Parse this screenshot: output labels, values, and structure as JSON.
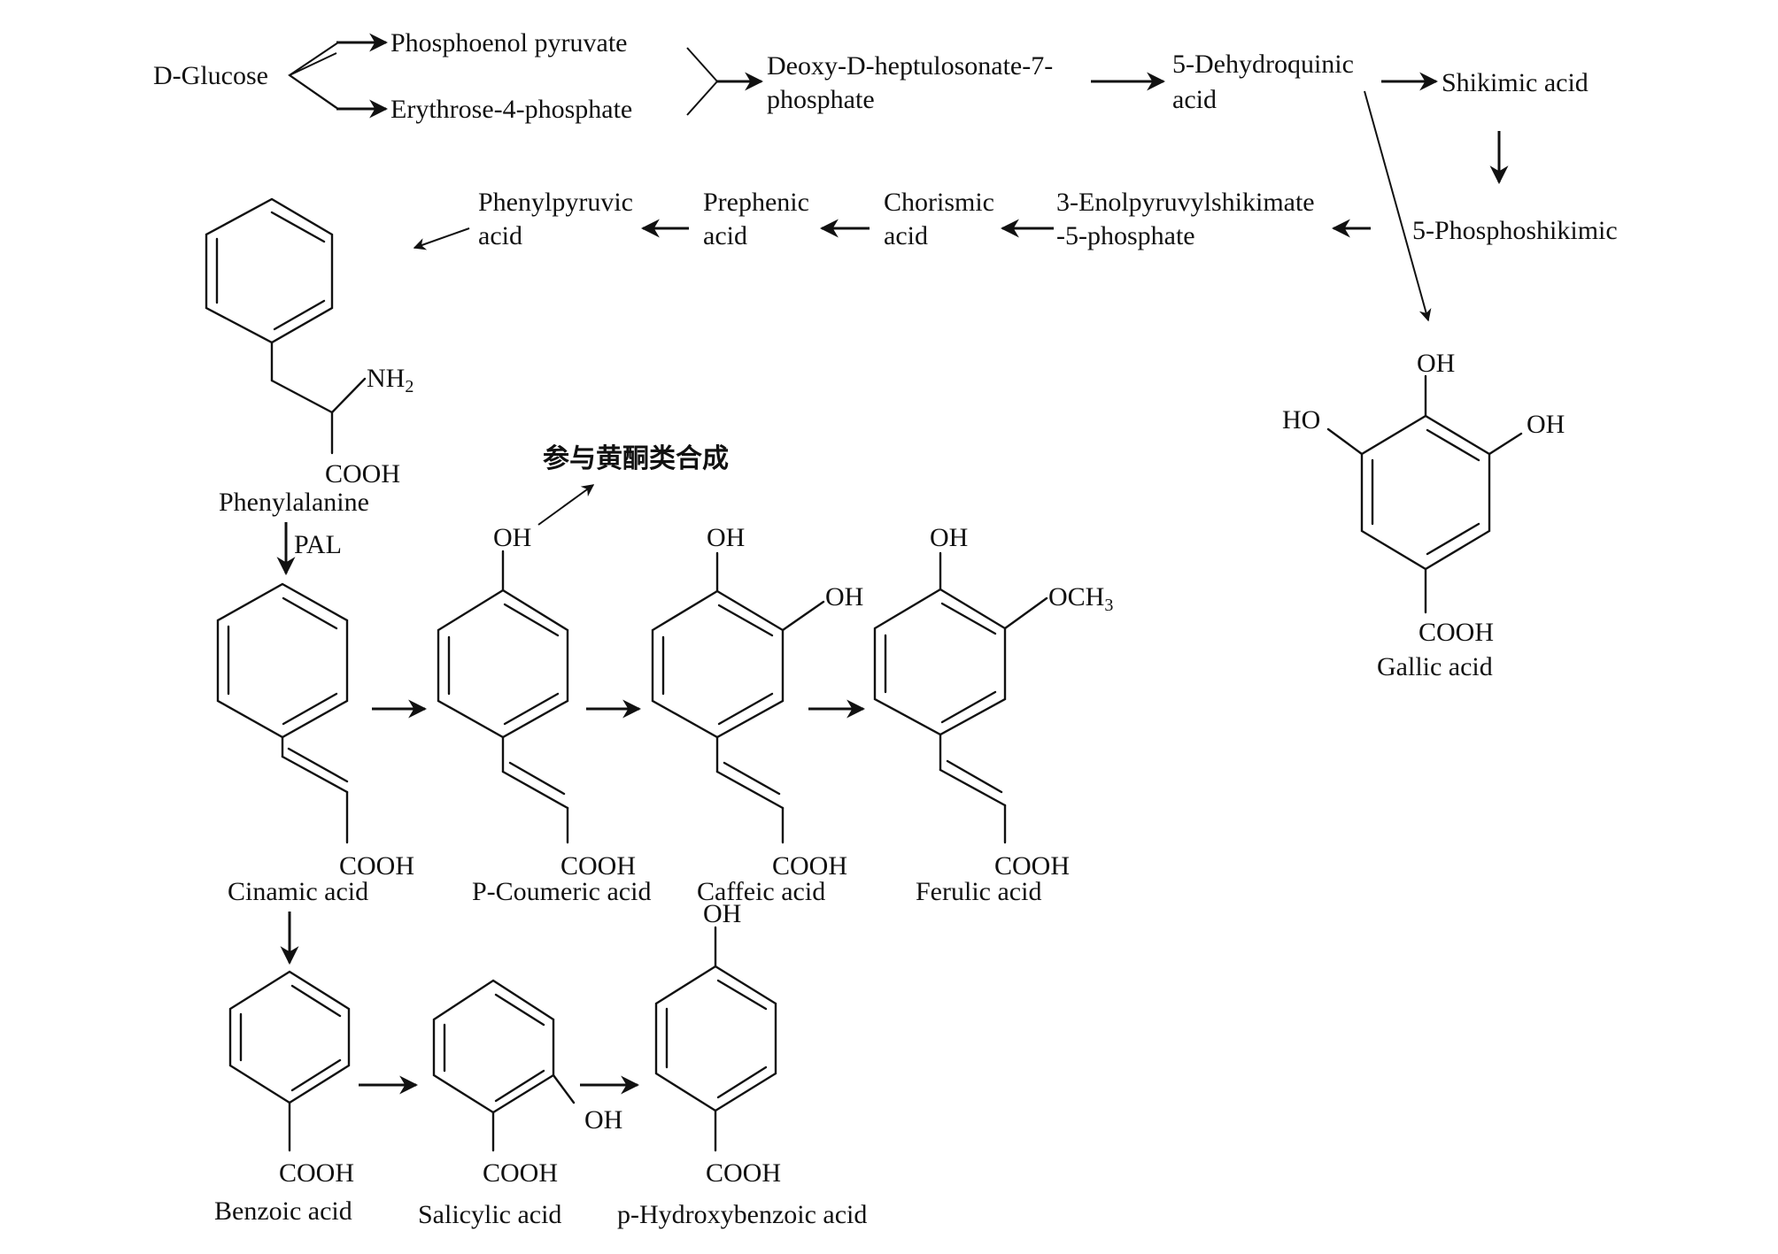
{
  "diagram": {
    "title": "Phenolic acid biosynthesis via the shikimate pathway",
    "nodes": {
      "d_glucose": "D-Glucose",
      "pep": "Phosphoenol pyruvate",
      "e4p": "Erythrose-4-phosphate",
      "dahp_1": "Deoxy-D-heptulosonate-7-",
      "dahp_2": "phosphate",
      "dhq_1": "5-Dehydroquinic",
      "dhq_2": "acid",
      "shikimic": "Shikimic acid",
      "phosphoshikimic": "5-Phosphoshikimic",
      "epsp_1": "3-Enolpyruvylshikimate",
      "epsp_2": "-5-phosphate",
      "chorismic_1": "Chorismic",
      "chorismic_2": "acid",
      "prephenic_1": "Prephenic",
      "prephenic_2": "acid",
      "phenylpyruvic_1": "Phenylpyruvic",
      "phenylpyruvic_2": "acid"
    },
    "enzyme_label": "PAL",
    "flavonoid_note": "参与黄酮类合成",
    "compounds": {
      "phenylalanine": {
        "name": "Phenylalanine",
        "groups": [
          "NH",
          "2",
          "COOH"
        ]
      },
      "gallic": {
        "name": "Gallic acid",
        "groups": [
          "OH",
          "HO",
          "OH",
          "COOH"
        ]
      },
      "cinamic": {
        "name": "Cinamic acid",
        "groups": [
          "COOH"
        ]
      },
      "p_coumeric": {
        "name": "P-Coumeric acid",
        "groups": [
          "OH",
          "COOH"
        ]
      },
      "caffeic": {
        "name": "Caffeic acid",
        "groups": [
          "OH",
          "OH",
          "COOH"
        ]
      },
      "ferulic": {
        "name": "Ferulic acid",
        "groups": [
          "OH",
          "OCH",
          "3",
          "COOH"
        ]
      },
      "benzoic": {
        "name": "Benzoic acid",
        "groups": [
          "COOH"
        ]
      },
      "salicylic": {
        "name": "Salicylic acid",
        "groups": [
          "OH",
          "COOH"
        ]
      },
      "p_hydroxybenzoic": {
        "name": "p-Hydroxybenzoic acid",
        "groups": [
          "OH",
          "COOH"
        ]
      }
    }
  }
}
